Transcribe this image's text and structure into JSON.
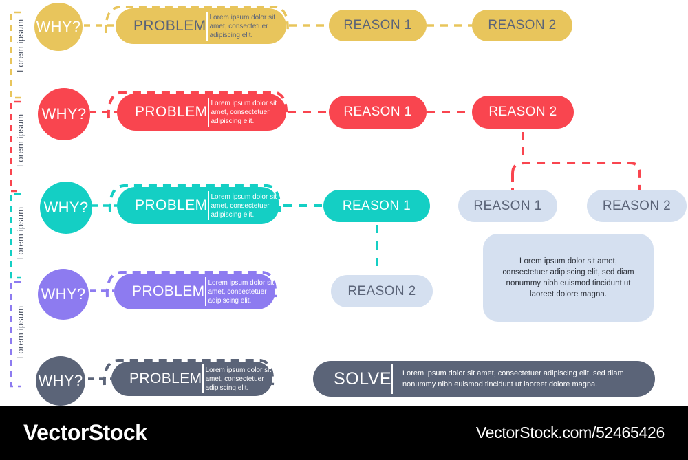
{
  "footer": {
    "brand": "VectorStock",
    "url": "VectorStock.com/52465426"
  },
  "colors": {
    "yellow": "#e8c55c",
    "red": "#f9454f",
    "teal": "#14cfc4",
    "purple": "#8d7bf0",
    "slate": "#5b6478",
    "light_blue": "#d5e0f0",
    "text_dark": "#4c5464",
    "white": "#ffffff",
    "black": "#000000"
  },
  "side_labels": [
    {
      "text": "Lorem ipsum"
    },
    {
      "text": "Lorem ipsum"
    },
    {
      "text": "Lorem ipsum"
    },
    {
      "text": "Lorem ipsum"
    }
  ],
  "rows": [
    {
      "id": "row-yellow",
      "color": "#e8c55c",
      "why": {
        "label": "WHY?",
        "text_color": "#ffffff"
      },
      "problem": {
        "title": "PROBLEM",
        "title_color": "#5b6478",
        "desc": "Lorem ipsum dolor sit amet, consectetuer adipiscing elit.",
        "desc_color": "#5b6478",
        "divider_color": "#ffffff"
      },
      "reasons": [
        {
          "label": "REASON 1",
          "fill": "#e8c55c",
          "text_color": "#5b6478"
        },
        {
          "label": "REASON 2",
          "fill": "#e8c55c",
          "text_color": "#5b6478"
        }
      ]
    },
    {
      "id": "row-red",
      "color": "#f9454f",
      "why": {
        "label": "WHY?",
        "text_color": "#ffffff"
      },
      "problem": {
        "title": "PROBLEM",
        "title_color": "#ffffff",
        "desc": "Lorem ipsum dolor sit amet, consectetuer adipiscing elit.",
        "desc_color": "#ffffff",
        "divider_color": "#ffffff"
      },
      "reasons": [
        {
          "label": "REASON 1",
          "fill": "#f9454f",
          "text_color": "#ffffff"
        },
        {
          "label": "REASON 2",
          "fill": "#f9454f",
          "text_color": "#ffffff"
        }
      ]
    },
    {
      "id": "row-teal",
      "color": "#14cfc4",
      "why": {
        "label": "WHY?",
        "text_color": "#ffffff"
      },
      "problem": {
        "title": "PROBLEM",
        "title_color": "#ffffff",
        "desc": "Lorem ipsum dolor sit amet, consectetuer adipiscing elit.",
        "desc_color": "#ffffff",
        "divider_color": "#ffffff"
      },
      "reasons": [
        {
          "label": "REASON 1",
          "fill": "#14cfc4",
          "text_color": "#ffffff"
        }
      ]
    },
    {
      "id": "row-purple",
      "color": "#8d7bf0",
      "why": {
        "label": "WHY?",
        "text_color": "#ffffff"
      },
      "problem": {
        "title": "PROBLEM",
        "title_color": "#ffffff",
        "desc": "Lorem ipsum dolor sit amet, consectetuer adipiscing elit.",
        "desc_color": "#ffffff",
        "divider_color": "#ffffff"
      },
      "reasons": []
    },
    {
      "id": "row-slate",
      "color": "#5b6478",
      "why": {
        "label": "WHY?",
        "text_color": "#ffffff"
      },
      "problem": {
        "title": "PROBLEM",
        "title_color": "#ffffff",
        "desc": "Lorem ipsum dolor sit amet, consectetuer adipiscing elit.",
        "desc_color": "#ffffff",
        "divider_color": "#ffffff"
      },
      "reasons": []
    }
  ],
  "branch_reasons": [
    {
      "label": "REASON 1",
      "fill": "#d5e0f0",
      "text_color": "#5b6478"
    },
    {
      "label": "REASON 2",
      "fill": "#d5e0f0",
      "text_color": "#5b6478"
    }
  ],
  "teal_branch_reason": {
    "label": "REASON 2",
    "fill": "#d5e0f0",
    "text_color": "#5b6478"
  },
  "note": {
    "text": "Lorem ipsum dolor sit amet, consectetuer adipiscing elit, sed diam nonummy nibh euismod tincidunt ut laoreet dolore magna."
  },
  "solve": {
    "title": "SOLVE",
    "desc": "Lorem ipsum dolor sit amet, consectetuer adipiscing elit, sed diam nonummy nibh euismod tincidunt ut laoreet dolore magna."
  }
}
